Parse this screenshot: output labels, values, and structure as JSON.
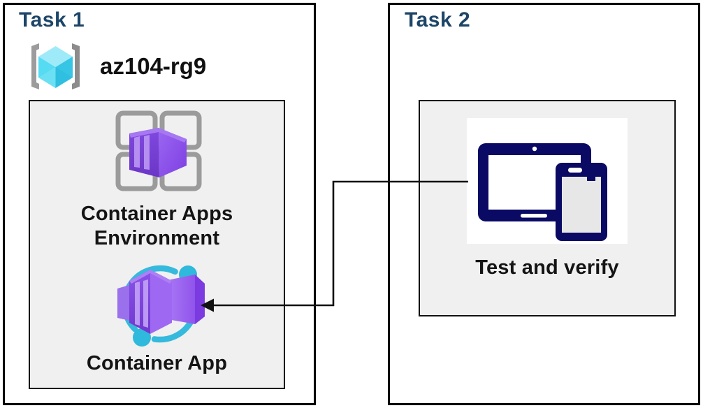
{
  "diagram": {
    "task1": {
      "title": "Task 1",
      "resource_group": {
        "name": "az104-rg9",
        "icon": "resource-group-icon"
      },
      "nodes": [
        {
          "id": "container-apps-environment",
          "icon": "container-apps-environment-icon",
          "lines": [
            "Container Apps",
            "Environment"
          ]
        },
        {
          "id": "container-app",
          "icon": "container-app-icon",
          "label": "Container App"
        }
      ]
    },
    "task2": {
      "title": "Task 2",
      "node": {
        "id": "test-and-verify",
        "icon": "tablet-phone-devices-icon",
        "label": "Test and verify"
      }
    },
    "connector": {
      "from": "test-and-verify",
      "to": "container-app",
      "shape": "elbow",
      "arrowhead": "left"
    },
    "colors": {
      "task_title": "#1C4568",
      "label_text": "#141414",
      "panel_bg": "#F0F0F0",
      "box_border": "#000000",
      "line": "#111111",
      "cyan_accent": "#35B9DC",
      "resource_cube_cyan": "#4ED9F0",
      "purple_main": "#7A42D8",
      "purple_light": "#9B63F0",
      "devices_navy": "#0A0A64",
      "grid_gray": "#9B9B9B"
    }
  }
}
